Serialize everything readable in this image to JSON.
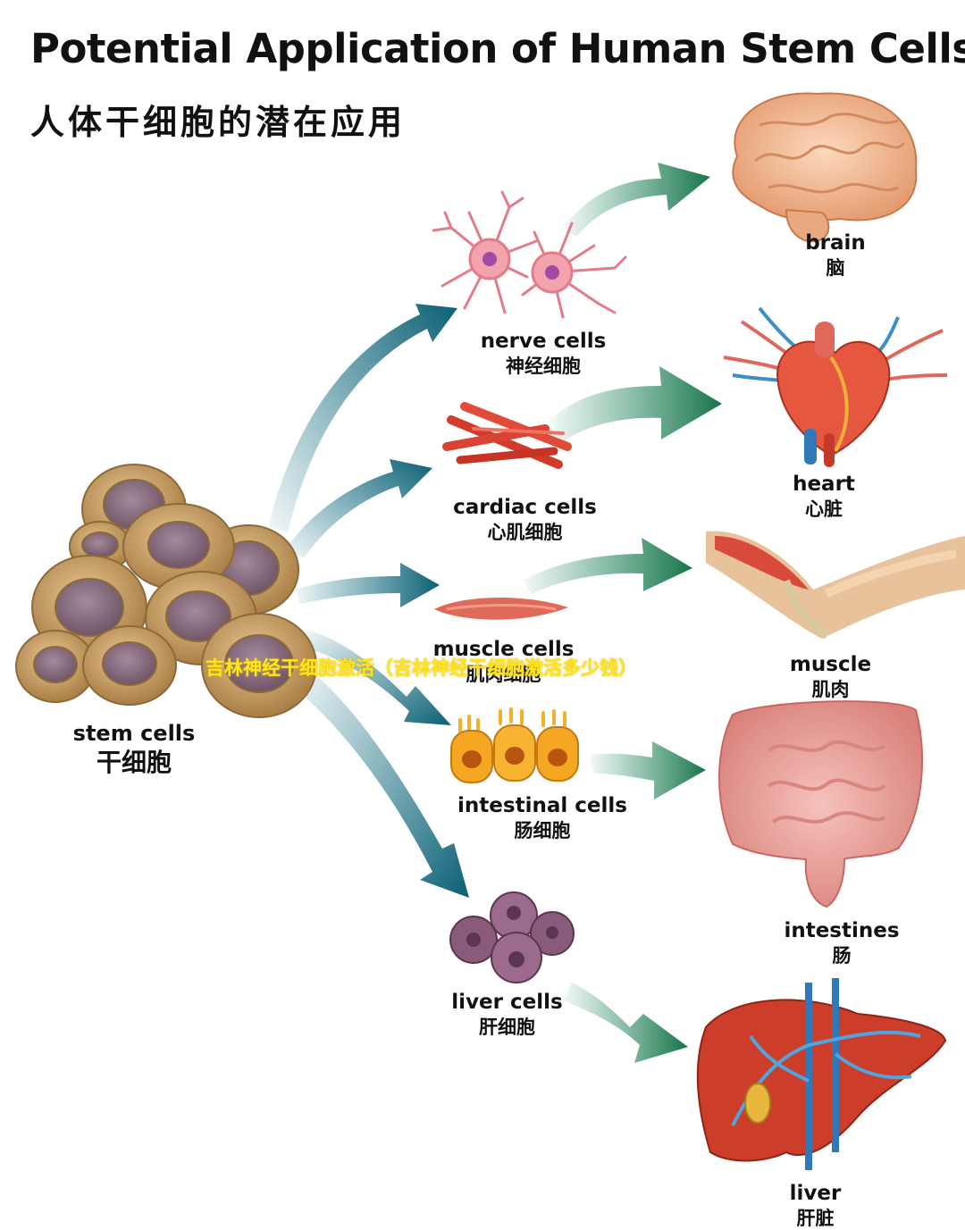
{
  "title": {
    "en": "Potential Application of Human Stem Cells",
    "cn": "人体干细胞的潜在应用"
  },
  "source": {
    "en": "stem cells",
    "cn": "干细胞"
  },
  "cell_types": [
    {
      "en": "nerve cells",
      "cn": "神经细胞"
    },
    {
      "en": "cardiac cells",
      "cn": "心肌细胞"
    },
    {
      "en": "muscle cells",
      "cn": "肌肉细胞"
    },
    {
      "en": "intestinal cells",
      "cn": "肠细胞"
    },
    {
      "en": "liver cells",
      "cn": "肝细胞"
    }
  ],
  "organs": [
    {
      "en": "brain",
      "cn": "脑"
    },
    {
      "en": "heart",
      "cn": "心脏"
    },
    {
      "en": "muscle",
      "cn": "肌肉"
    },
    {
      "en": "intestines",
      "cn": "肠"
    },
    {
      "en": "liver",
      "cn": "肝脏"
    }
  ],
  "overlay_text": "吉林神经干细胞激活（吉林神经干细胞激活多少钱）",
  "colors": {
    "arrow_teal": "#0e6e82",
    "arrow_green": "#1f8a5a",
    "cell_outer": "#c9a066",
    "cell_nucleus": "#8c6f82",
    "overlay_yellow": "#ffe51a"
  }
}
